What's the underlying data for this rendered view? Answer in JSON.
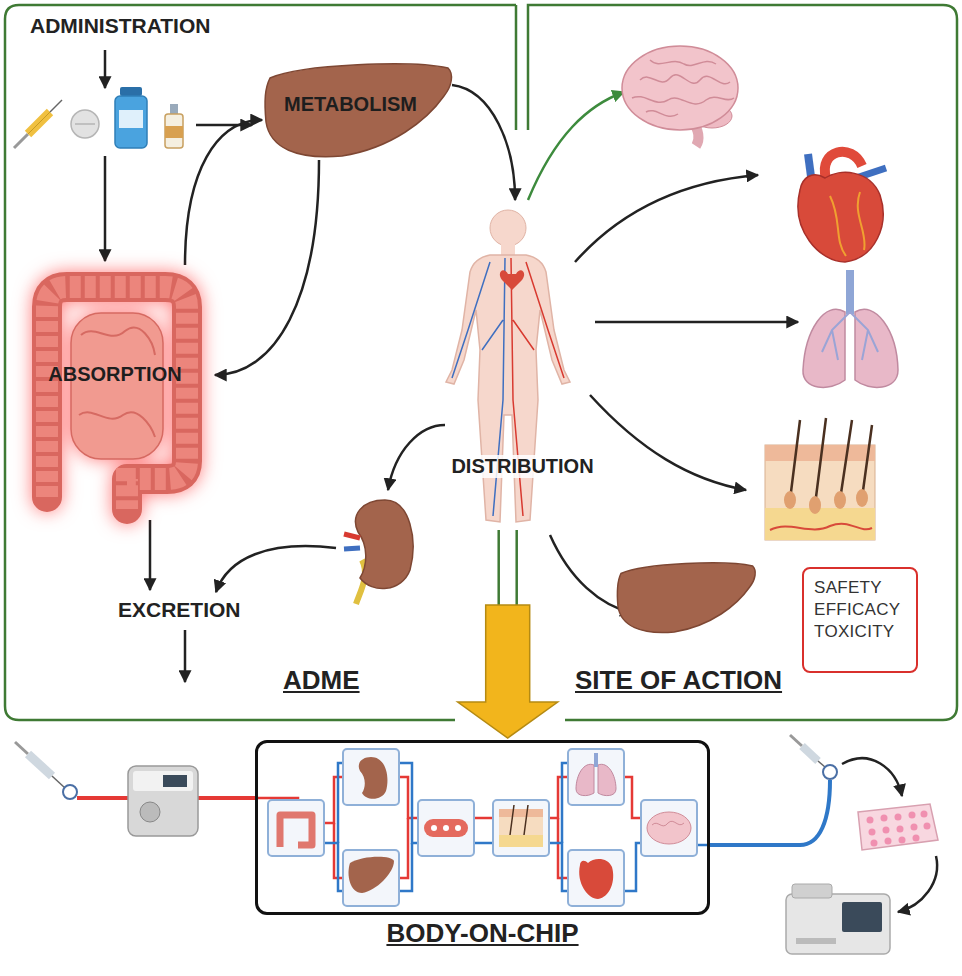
{
  "diagram": {
    "nodes": [
      {
        "text": [
          "ADME",
          "SITE OF ACTION"
        ]
      },
      {
        "text": [
          "METABOLISM"
        ],
        "in": 0
      },
      {
        "text": [
          "ABSORPTION"
        ],
        "in": 0
      },
      {
        "text": [
          "DISTRIBUTION"
        ],
        "in": 0
      },
      {
        "text": [
          "SAFETY EFFICACY TOXICITY"
        ],
        "in": 0
      },
      {
        "text": [
          "BODY-ON-CHIP"
        ]
      }
    ],
    "edges": [
      {
        "from": 2,
        "to": 1,
        "arrow": "to"
      },
      {
        "from": 1,
        "to": 2,
        "arrow": "to"
      },
      {
        "from": 1,
        "to": 3,
        "arrow": "to"
      },
      {
        "from": 3,
        "to": 5,
        "arrow": "to"
      }
    ],
    "labels": [
      "ADMINISTRATION",
      "EXCRETION"
    ]
  }
}
